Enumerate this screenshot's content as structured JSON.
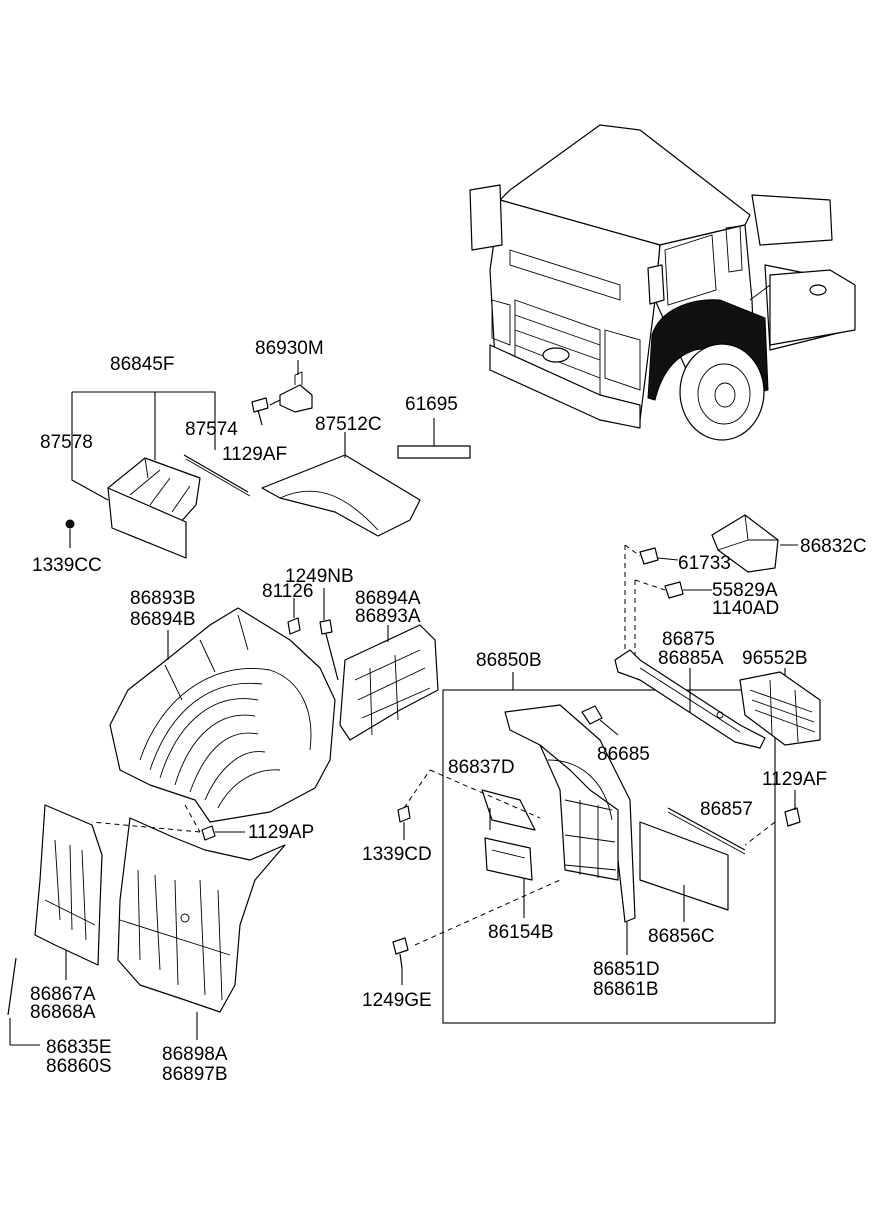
{
  "labels": {
    "p86845F": "86845F",
    "p86930M": "86930M",
    "p87578": "87578",
    "p87574": "87574",
    "p1129AF_top": "1129AF",
    "p87512C": "87512C",
    "p61695": "61695",
    "p1339CC": "1339CC",
    "p1249NB": "1249NB",
    "p81126": "81126",
    "p86893B": "86893B",
    "p86894B": "86894B",
    "p86894A": "86894A",
    "p86893A": "86893A",
    "p61733": "61733",
    "p86832C": "86832C",
    "p55829A": "55829A",
    "p1140AD": "1140AD",
    "p86875": "86875",
    "p86885A": "86885A",
    "p96552B": "96552B",
    "p86850B": "86850B",
    "p86685": "86685",
    "p86837D": "86837D",
    "p1129AF_right": "1129AF",
    "p86857": "86857",
    "p1129AP": "1129AP",
    "p1339CD": "1339CD",
    "p86154B": "86154B",
    "p86856C": "86856C",
    "p86851D": "86851D",
    "p86861B": "86861B",
    "p1249GE": "1249GE",
    "p86867A": "86867A",
    "p86868A": "86868A",
    "p86835E": "86835E",
    "p86860S": "86860S",
    "p86898A": "86898A",
    "p86897B": "86897B"
  }
}
